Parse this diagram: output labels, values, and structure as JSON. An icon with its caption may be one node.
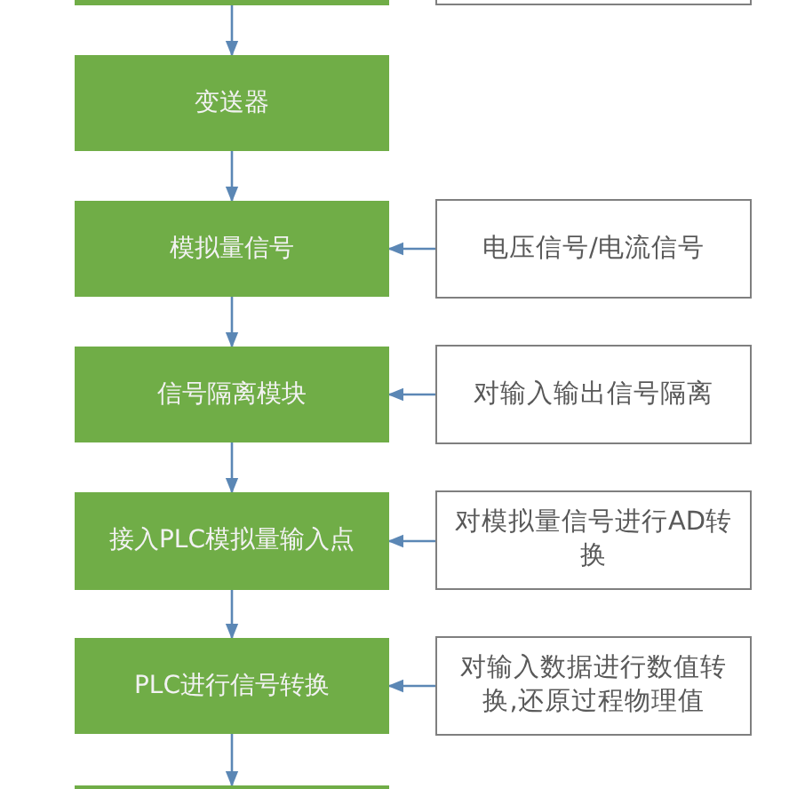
{
  "diagram": {
    "nodes": [
      {
        "text": [],
        "shape": "box"
      },
      {
        "text": [],
        "shape": "box"
      },
      {
        "text": [
          "变送器"
        ]
      },
      {
        "text": [
          "模拟量信号"
        ]
      },
      {
        "text": [
          "电压信号/电流信号"
        ]
      },
      {
        "text": [
          "信号隔离模块"
        ]
      },
      {
        "text": [
          "对输入输出信号隔离"
        ]
      },
      {
        "text": [
          "接入PLC模拟量输入点"
        ]
      },
      {
        "text": [
          "对模拟量信号进行AD转换"
        ]
      },
      {
        "text": [
          "PLC进行信号转换"
        ]
      },
      {
        "text": [
          "对输入数据进行数值转换,还原过程物理值"
        ]
      },
      {
        "text": [],
        "shape": "box"
      }
    ],
    "edges": [
      {
        "from": 0,
        "to": 2,
        "arrow": "to"
      },
      {
        "from": 2,
        "to": 3,
        "arrow": "to"
      },
      {
        "from": 4,
        "to": 3,
        "arrow": "to"
      },
      {
        "from": 3,
        "to": 5,
        "arrow": "to"
      },
      {
        "from": 6,
        "to": 5,
        "arrow": "to"
      },
      {
        "from": 5,
        "to": 7,
        "arrow": "to"
      },
      {
        "from": 8,
        "to": 7,
        "arrow": "to"
      },
      {
        "from": 7,
        "to": 9,
        "arrow": "to"
      },
      {
        "from": 10,
        "to": 9,
        "arrow": "to"
      },
      {
        "from": 9,
        "to": 11,
        "arrow": "to"
      }
    ]
  }
}
